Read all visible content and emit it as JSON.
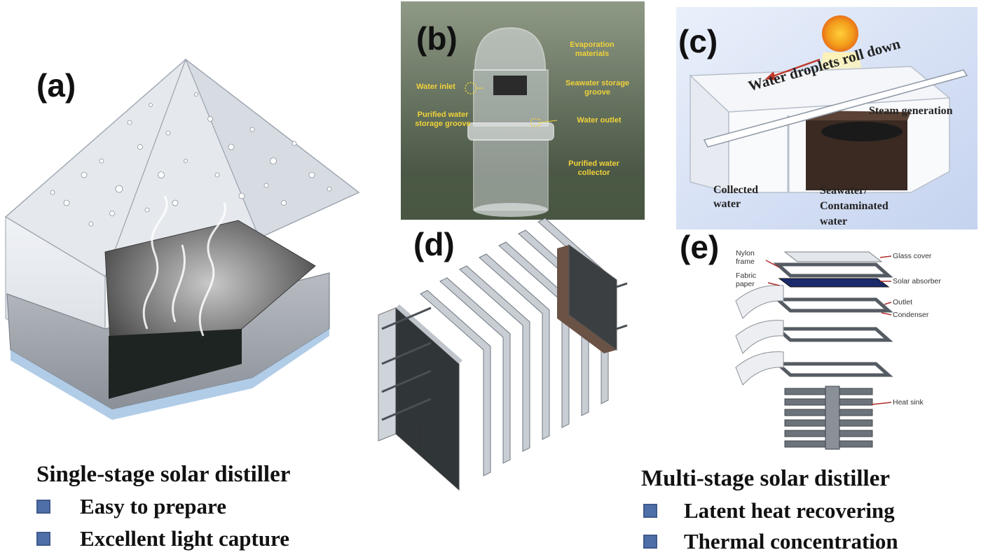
{
  "panels": {
    "a": {
      "letter": "(a)"
    },
    "b": {
      "letter": "(b)",
      "labels": {
        "evaporation": "Evaporation materials",
        "water_inlet": "Water inlet",
        "seawater_groove": "Seawater storage groove",
        "purified_groove": "Purified water storage groove",
        "water_outlet": "Water outlet",
        "purified_collector": "Purified water collector"
      }
    },
    "c": {
      "letter": "(c)",
      "labels": {
        "roll_down": "Water droplets roll down",
        "steam": "Steam generation",
        "collected": "Collected water",
        "seawater": "Seawater/ Contaminated water"
      }
    },
    "d": {
      "letter": "(d)"
    },
    "e": {
      "letter": "(e)",
      "labels": {
        "nylon": "Nylon frame",
        "fabric": "Fabric paper",
        "glass": "Glass cover",
        "absorber": "Solar absorber",
        "outlet": "Outlet",
        "condenser": "Condenser",
        "heat_sink": "Heat sink"
      }
    }
  },
  "captions": {
    "single": {
      "title": "Single-stage solar distiller",
      "bullets": [
        "Easy to prepare",
        "Excellent light capture"
      ]
    },
    "multi": {
      "title": "Multi-stage solar distiller",
      "bullets": [
        "Latent heat recovering",
        "Thermal concentration"
      ]
    }
  },
  "colors": {
    "bullet": "#4f6fa8",
    "arrow": "#c0392b",
    "label_yellow": "#f0d23a"
  }
}
